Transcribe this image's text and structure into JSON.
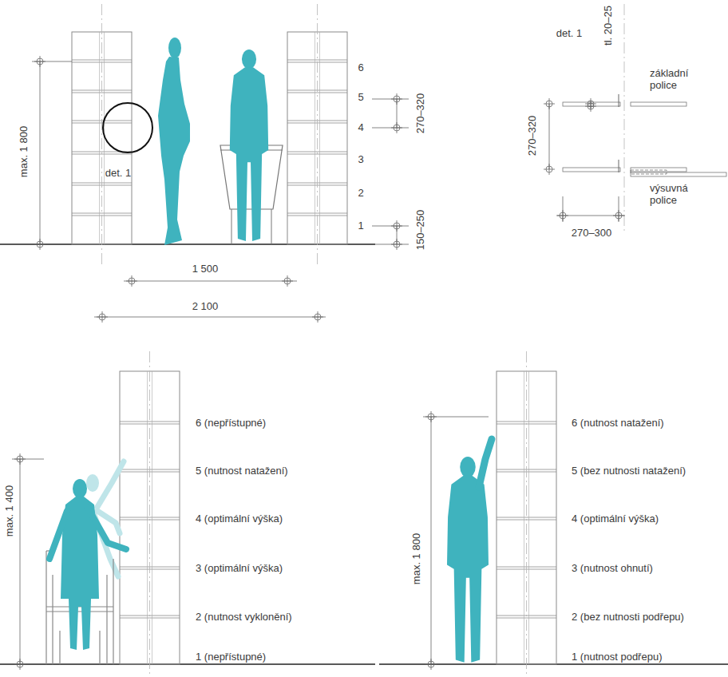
{
  "diagram": {
    "labels": [
      "max. 1 800",
      "det. 1",
      "6",
      "5",
      "4",
      "3",
      "2",
      "1",
      "270–320",
      "150–250",
      "1 500",
      "2 100",
      "det. 1",
      "tl. 20–25",
      "základní police",
      "270–320",
      "výsuvná police",
      "270–300",
      "max. 1 400",
      "6 (nepřístupné)",
      "5 (nutnost natažení)",
      "4 (optimální výška)",
      "3 (optimální výška)",
      "2 (nutnost vyklonění)",
      "1 (nepřístupné)",
      "max. 1 800",
      "6 (nutnost natažení)",
      "5 (bez nutnosti natažení)",
      "4 (optimální výška)",
      "3 (nutnost ohnutí)",
      "2 (bez nutnosti podřepu)",
      "1 (nutnost podřepu)"
    ]
  }
}
